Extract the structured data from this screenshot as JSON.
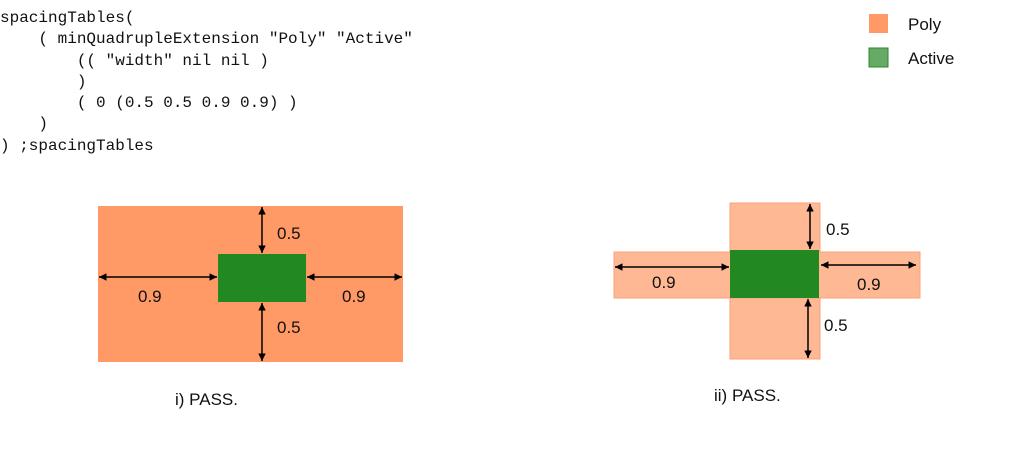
{
  "code": {
    "lines": [
      "spacingTables(",
      "    ( minQuadrupleExtension \"Poly\" \"Active\"",
      "        (( \"width\" nil nil )",
      "        )",
      "        ( 0 (0.5 0.5 0.9 0.9) )",
      "    )",
      ") ;spacingTables"
    ]
  },
  "legend": {
    "items": [
      {
        "label": "Poly",
        "color": "#ff9966"
      },
      {
        "label": "Active",
        "color": "#66aa66"
      }
    ]
  },
  "colors": {
    "poly": "#ff9966",
    "poly_light": "#ffb894",
    "active": "#228822"
  },
  "diagrams": [
    {
      "caption": "i) PASS.",
      "top": "0.5",
      "bottom": "0.5",
      "left": "0.9",
      "right": "0.9"
    },
    {
      "caption": "ii) PASS.",
      "top": "0.5",
      "bottom": "0.5",
      "left": "0.9",
      "right": "0.9"
    }
  ]
}
